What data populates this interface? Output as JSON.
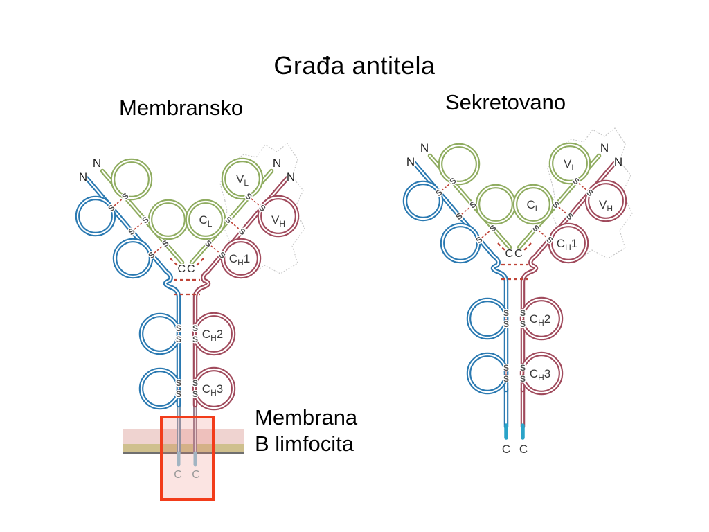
{
  "slide": {
    "title": "Građa antitela",
    "left_heading": "Membransko",
    "right_heading": "Sekretovano",
    "membrane_caption_line1": "Membrana",
    "membrane_caption_line2": "B limfocita"
  },
  "diagram": {
    "labels": {
      "n": "N",
      "c": "C",
      "s": "S",
      "cc": "CC",
      "vl": {
        "main": "V",
        "sub": "L"
      },
      "vh": {
        "main": "V",
        "sub": "H"
      },
      "cl": {
        "main": "C",
        "sub": "L"
      },
      "ch1": {
        "main": "C",
        "sub": "H",
        "num": "1"
      },
      "ch2": {
        "main": "C",
        "sub": "H",
        "num": "2"
      },
      "ch3": {
        "main": "C",
        "sub": "H",
        "num": "3"
      }
    },
    "colors": {
      "light_chain_green": "#8fac60",
      "heavy_chain_blue": "#2a79b1",
      "heavy_chain_maroon": "#a04a5c",
      "disulfide_red": "#bf4438",
      "membrane_outer_pink": "#efd3d0",
      "membrane_inner_tan": "#cfc08e",
      "highlight_box_red": "#f23c1a",
      "secreted_tail_cyan": "#2aa3c8"
    }
  }
}
